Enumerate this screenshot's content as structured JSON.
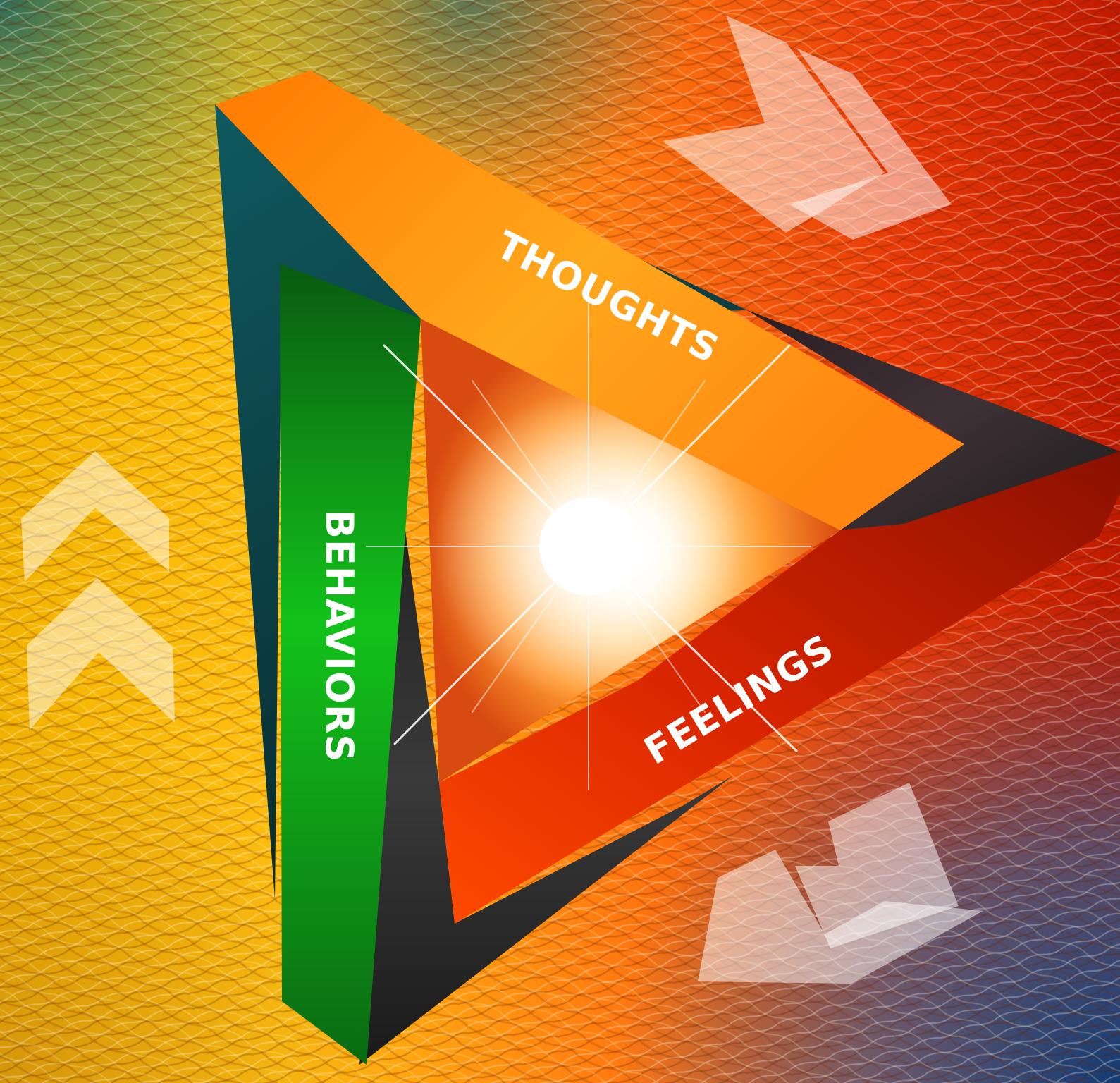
{
  "diagram": {
    "labels": {
      "top": "THOUGHTS",
      "left": "BEHAVIORS",
      "right": "FEELINGS"
    }
  },
  "colors": {
    "thoughts": "#ff8a10",
    "behaviors": "#12b01a",
    "feelings": "#cc2200",
    "bevel_dark": "#2a2a2a",
    "bevel_teal": "#0d4d55",
    "background_warm": "#ff7a00",
    "background_yellow": "#ffc400",
    "background_red": "#e02000",
    "background_blue": "#1d5a8a",
    "center_flare": "#ffffff"
  },
  "icons": {
    "top_right": "double-chevron-right-icon",
    "left": "double-chevron-up-icon",
    "bottom_right": "double-chevron-down-left-icon"
  }
}
